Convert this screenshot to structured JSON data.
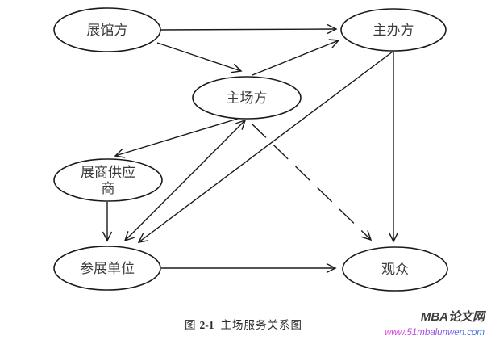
{
  "diagram": {
    "nodes": {
      "venue": {
        "label": "展馆方"
      },
      "organizer": {
        "label": "主办方"
      },
      "host": {
        "label": "主场方"
      },
      "supplier": {
        "line1": "展商供应",
        "line2": "商"
      },
      "exhibitor": {
        "label": "参展单位"
      },
      "audience": {
        "label": "观众"
      }
    },
    "edges": [
      {
        "from": "展馆方",
        "to": "主办方",
        "line": "solid",
        "arrows": "single"
      },
      {
        "from": "展馆方",
        "to": "主场方",
        "line": "solid",
        "arrows": "single"
      },
      {
        "from": "主场方",
        "to": "主办方",
        "line": "solid",
        "arrows": "single"
      },
      {
        "from": "主场方",
        "to": "展商供应商",
        "line": "solid",
        "arrows": "single"
      },
      {
        "from": "主场方",
        "to": "参展单位",
        "line": "solid",
        "arrows": "double"
      },
      {
        "from": "主办方",
        "to": "参展单位",
        "line": "solid",
        "arrows": "single"
      },
      {
        "from": "展商供应商",
        "to": "参展单位",
        "line": "solid",
        "arrows": "single"
      },
      {
        "from": "参展单位",
        "to": "观众",
        "line": "solid",
        "arrows": "single"
      },
      {
        "from": "主办方",
        "to": "观众",
        "line": "solid",
        "arrows": "single"
      },
      {
        "from": "主场方",
        "to": "观众",
        "line": "dashed",
        "arrows": "single"
      }
    ]
  },
  "caption": {
    "prefix": "图",
    "number": "2-1",
    "title": "主场服务关系图"
  },
  "watermark": {
    "site_name": "MBA论文网",
    "site_url": "www.51mbalunwen.com"
  },
  "colors": {
    "line": "#1a1a1a",
    "node_fill": "#ffffff",
    "node_text": "#3a3a3a",
    "watermark_name": "#3d3d3d",
    "watermark_url_start": "#e83fd4",
    "watermark_url_end": "#2f7fd8"
  }
}
